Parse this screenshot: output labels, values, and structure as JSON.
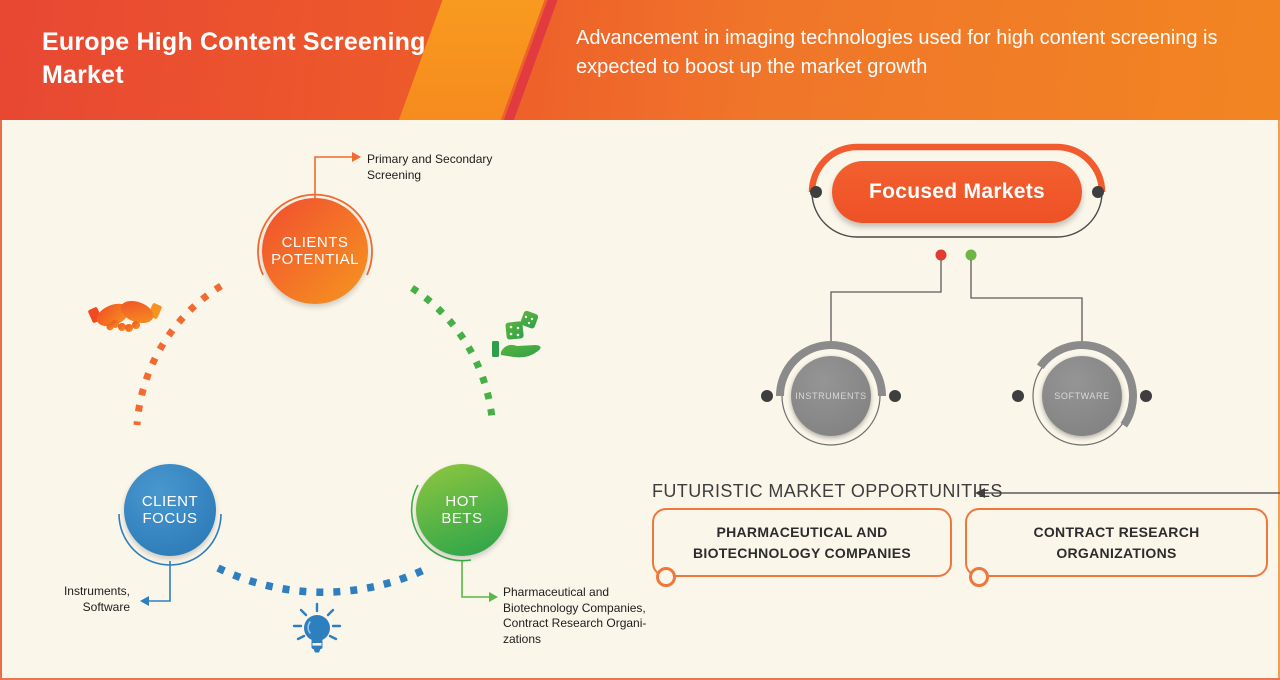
{
  "header": {
    "title": "Europe High Content Screening Market",
    "subtitle": "Advancement in imaging technologies used for high content screening is expected to boost up the market growth"
  },
  "cycle": {
    "clients_potential": {
      "label": "CLIENTS\nPOTENTIAL",
      "callout": "Primary and Secondary\nScreening"
    },
    "client_focus": {
      "label": "CLIENT\nFOCUS",
      "callout": "Instruments,\nSoftware"
    },
    "hot_bets": {
      "label": "HOT\nBETS",
      "callout": "Pharmaceutical and\nBiotechnology Companies,\nContract Research Organi-\nzations"
    },
    "icons": [
      "handshake-icon",
      "hand-dice-icon",
      "lightbulb-icon"
    ]
  },
  "focused_markets": {
    "title": "Focused Markets",
    "children": [
      {
        "label": "INSTRUMENTS"
      },
      {
        "label": "SOFTWARE"
      }
    ]
  },
  "opportunities": {
    "title": "FUTURISTIC MARKET OPPORTUNITIES",
    "boxes": [
      {
        "label": "PHARMACEUTICAL AND\nBIOTECHNOLOGY COMPANIES"
      },
      {
        "label": "CONTRACT RESEARCH\nORGANIZATIONS"
      }
    ]
  },
  "colors": {
    "header_red": "#e84733",
    "header_orange": "#f28522",
    "accent_orange": "#f15b2e",
    "accent_blue": "#2e7fc0",
    "accent_green": "#3fae49",
    "gray_node": "#8a8a8a",
    "dark_dot": "#3e3e3e",
    "red_dot": "#e23b30",
    "green_dot": "#6db845",
    "background": "#faf6ea"
  }
}
